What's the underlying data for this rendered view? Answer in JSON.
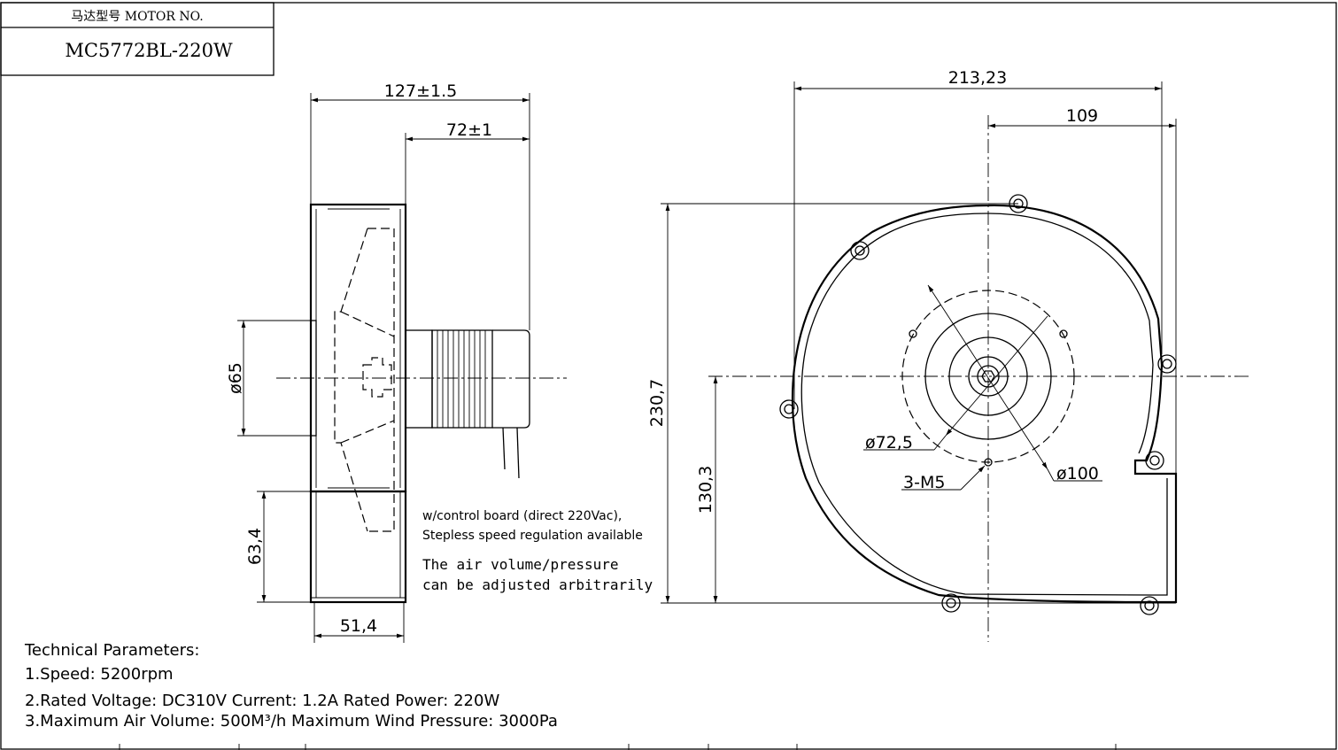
{
  "title_block": {
    "label": "马达型号 MOTOR NO.",
    "model": "MC5772BL-220W"
  },
  "side_view": {
    "dims": {
      "overall_depth": "127±1.5",
      "motor_depth": "72±1",
      "inlet_diameter": "ø65",
      "outlet_height": "63,4",
      "outlet_width": "51,4"
    }
  },
  "front_view": {
    "dims": {
      "overall_width": "213,23",
      "center_to_edge": "109",
      "overall_height": "230,7",
      "center_height": "130,3",
      "inner_circle": "ø72,5",
      "bolt_circle": "ø100",
      "mount_holes": "3-M5"
    }
  },
  "notes": {
    "control_line1": "w/control board (direct 220Vac),",
    "control_line2": "Stepless speed regulation available",
    "air_line1": "The air volume/pressure",
    "air_line2": "can be adjusted arbitrarily"
  },
  "parameters": {
    "heading": "Technical Parameters:",
    "line1": "1.Speed: 5200rpm",
    "line2": "2.Rated Voltage: DC310V  Current: 1.2A  Rated Power: 220W",
    "line3": "3.Maximum Air Volume: 500M³/h   Maximum Wind Pressure: 3000Pa"
  }
}
